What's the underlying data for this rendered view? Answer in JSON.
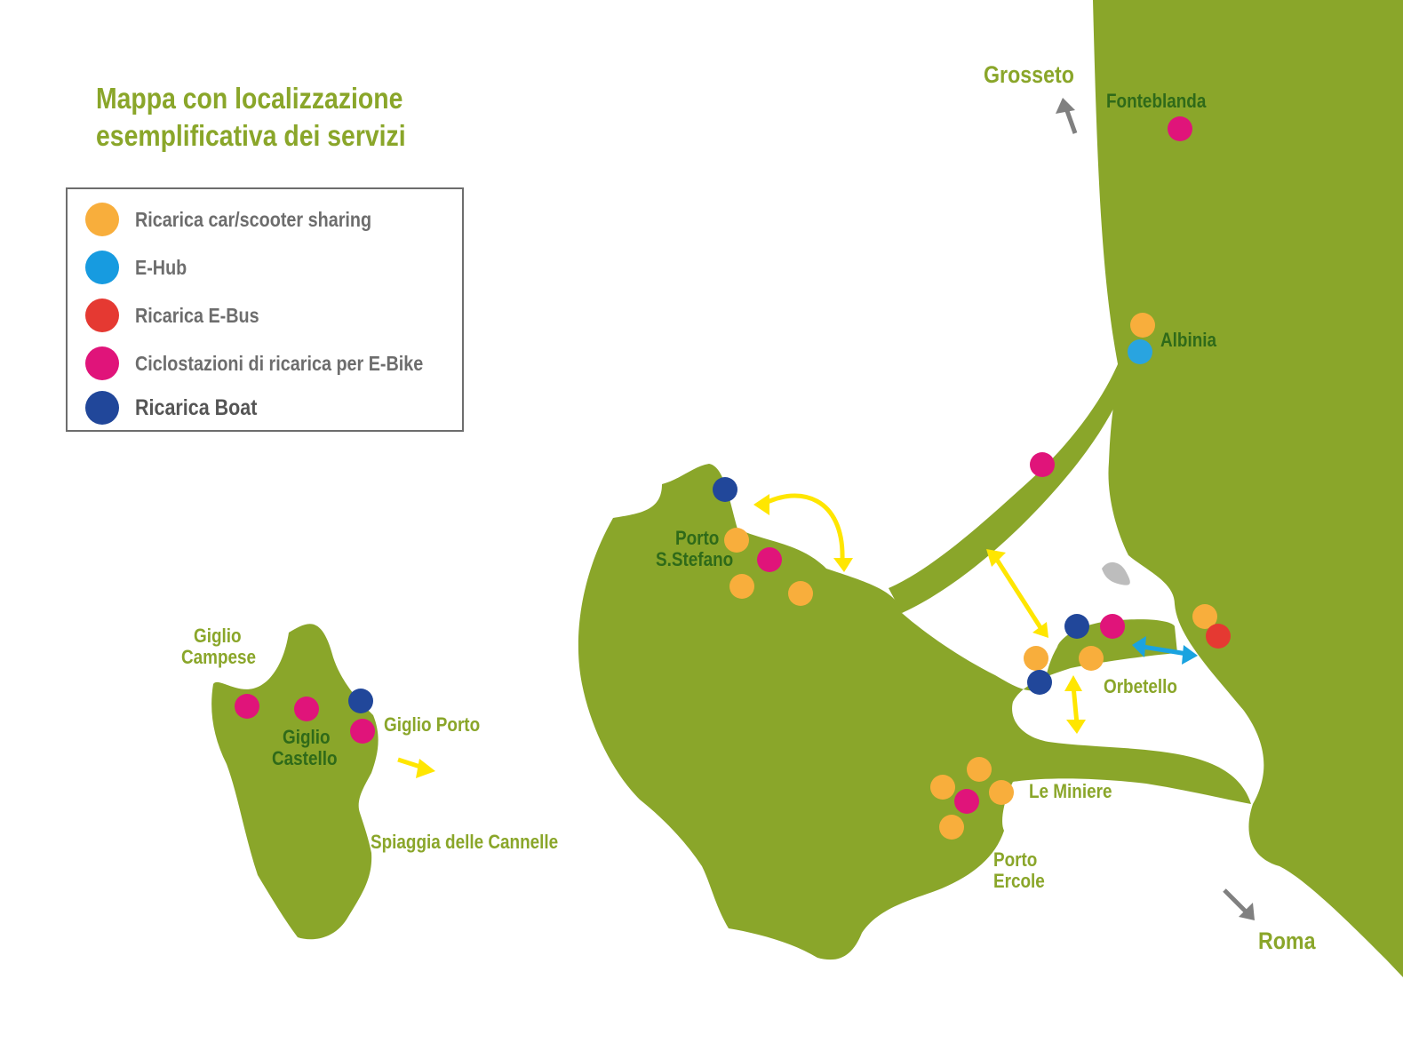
{
  "title": {
    "line1": "Mappa con localizzazione",
    "line2": "esemplificativa dei servizi"
  },
  "legend": {
    "items": [
      {
        "key": "car",
        "label": "Ricarica car/scooter sharing",
        "color": "#f8ae3c"
      },
      {
        "key": "hub",
        "label": "E-Hub",
        "color": "#179be0"
      },
      {
        "key": "bus",
        "label": "Ricarica E-Bus",
        "color": "#e53932"
      },
      {
        "key": "bike",
        "label": "Ciclostazioni di ricarica per E-Bike",
        "color": "#e0147a"
      },
      {
        "key": "boat",
        "label": "Ricarica Boat",
        "color": "#21479a"
      }
    ]
  },
  "places": {
    "grosseto": "Grosseto",
    "fonteblanda": "Fonteblanda",
    "albinia": "Albinia",
    "porto_s_stefano_1": "Porto",
    "porto_s_stefano_2": "S.Stefano",
    "orbetello": "Orbetello",
    "le_miniere": "Le Miniere",
    "porto_ercole_1": "Porto",
    "porto_ercole_2": "Ercole",
    "roma": "Roma",
    "giglio_campese_1": "Giglio",
    "giglio_campese_2": "Campese",
    "giglio_castello_1": "Giglio",
    "giglio_castello_2": "Castello",
    "giglio_porto": "Giglio Porto",
    "spiaggia_cannelle": "Spiaggia delle Cannelle"
  },
  "colors": {
    "land": "#8aa62a",
    "title": "#8aa62a",
    "place_light": "#8aa62a",
    "place_dark": "#2f6a19",
    "arrow_yellow": "#ffe600",
    "arrow_blue": "#1aa3e0",
    "arrow_gray": "#808080"
  }
}
